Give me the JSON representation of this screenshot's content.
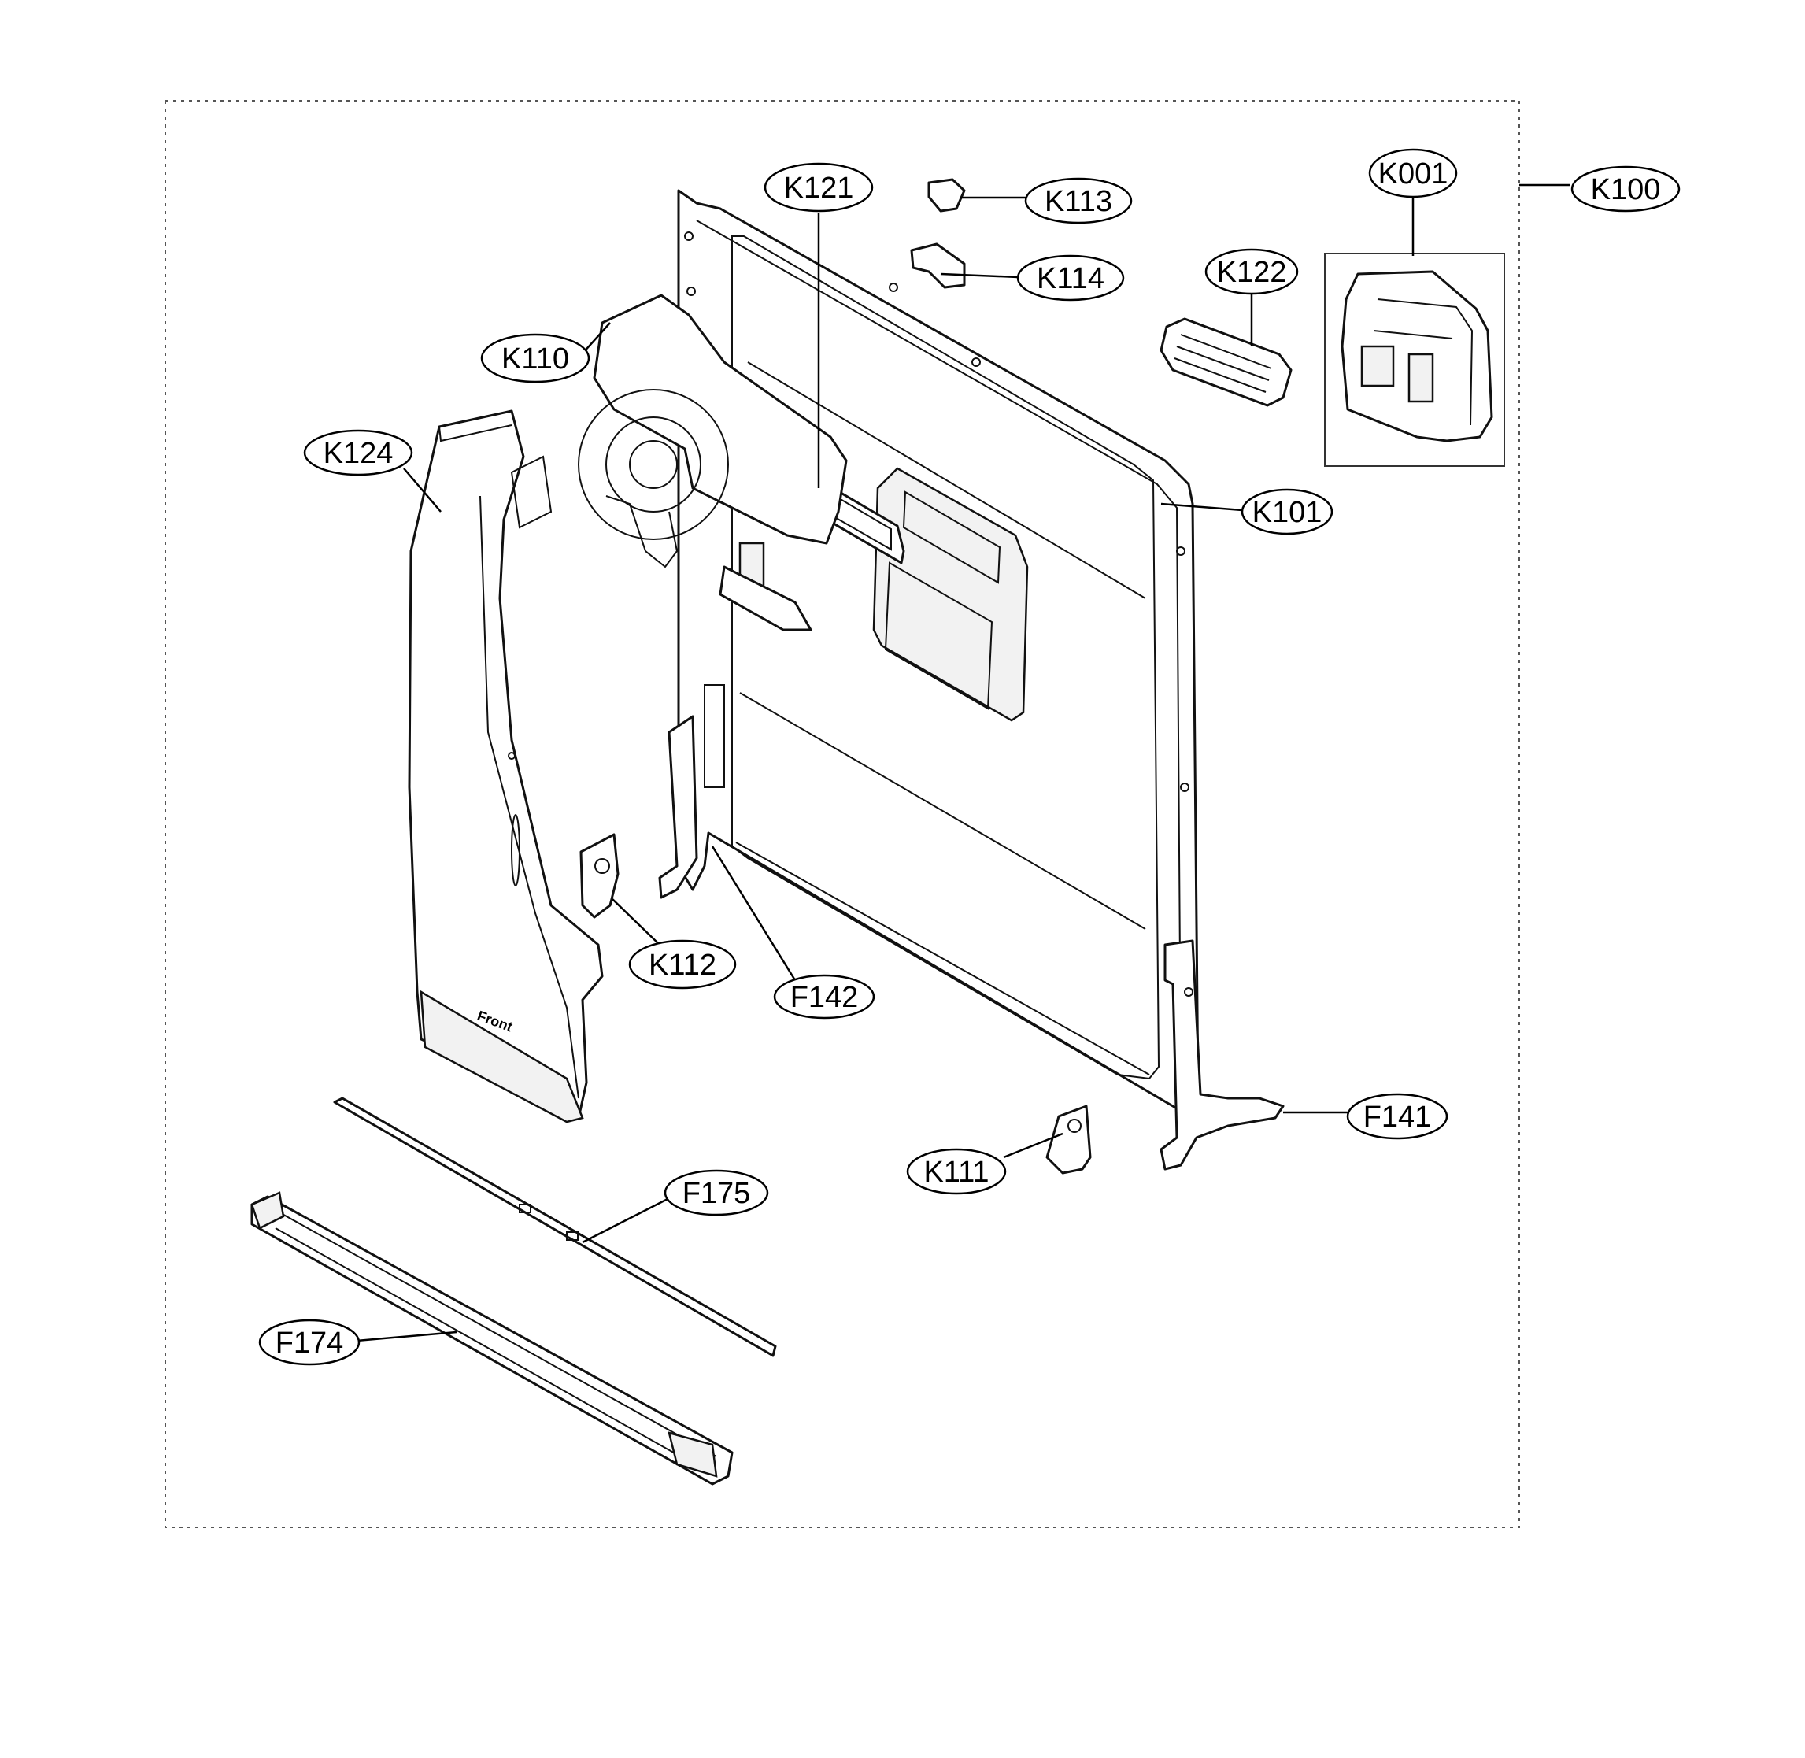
{
  "labels": {
    "K100": "K100",
    "K001": "K001",
    "K121": "K121",
    "K113": "K113",
    "K114": "K114",
    "K122": "K122",
    "K110": "K110",
    "K124": "K124",
    "K101": "K101",
    "K112": "K112",
    "F142": "F142",
    "F141": "F141",
    "K111": "K111",
    "F175": "F175",
    "F174": "F174"
  },
  "imprint": "Front"
}
